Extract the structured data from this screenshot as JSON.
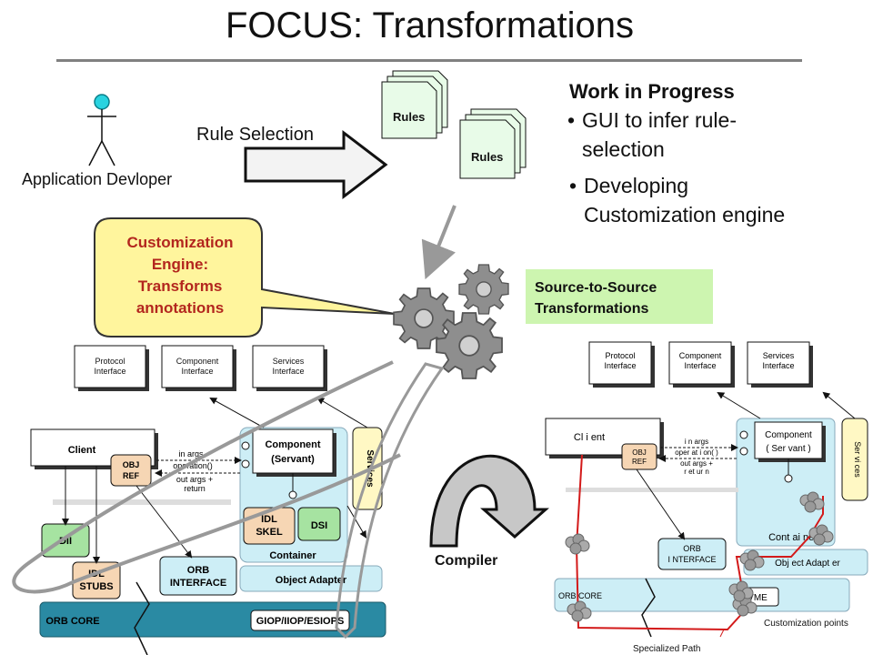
{
  "title": "FOCUS: Transformations",
  "actor": {
    "label": "Application Devloper"
  },
  "rule_selection": "Rule Selection",
  "rules_docs": [
    "Rules",
    "Rules"
  ],
  "work_in_progress": {
    "heading": "Work in Progress",
    "bullets": [
      {
        "line1": "GUI to infer rule-",
        "line2": "selection"
      },
      {
        "line1": "Developing",
        "line2": "Customization engine"
      }
    ]
  },
  "callout": {
    "lines": [
      "Customization",
      "Engine:",
      "Transforms",
      "annotations"
    ]
  },
  "source_to_source": {
    "lines": [
      "Source-to-Source",
      "Transformations"
    ]
  },
  "compiler": "Compiler",
  "left_arch": {
    "interfaces": [
      "Protocol Interface",
      "Component Interface",
      "Services Interface"
    ],
    "client": "Client",
    "obj_ref": [
      "OBJ",
      "REF"
    ],
    "in_args": "in args",
    "operation": "operation()",
    "out_args": "out args +",
    "return": "return",
    "component": [
      "Component",
      "(Servant)"
    ],
    "services": "Services",
    "idl_skel": [
      "IDL",
      "SKEL"
    ],
    "dsi": "DSI",
    "container": "Container",
    "dii": "DII",
    "idl_stubs": [
      "IDL",
      "STUBS"
    ],
    "orb_interface": [
      "ORB",
      "INTERFACE"
    ],
    "object_adapter": "Object Adapter",
    "orb_core": "ORB CORE",
    "giop": "GIOP/IIOP/ESIOPS"
  },
  "right_arch": {
    "interfaces": [
      "Protocol Interface",
      "Component Interface",
      "Services Interface"
    ],
    "client": "Cl i ent",
    "obj_ref": [
      "OBJ",
      "REF"
    ],
    "in_args": "i n args",
    "operation": "oper at i on( )",
    "out_args": "out args +",
    "return": "r et ur n",
    "component": [
      "Component",
      "( Ser vant )"
    ],
    "services": "Ser vi ces",
    "container": "Cont ai ner",
    "orb_interface": [
      "ORB",
      "I NTERFACE"
    ],
    "object_adapter": "Obj ect Adapt er",
    "orb_core": "ORB CORE",
    "vme": "VME",
    "customization_points": "Customization points",
    "specialized_path": "Specialized Path"
  },
  "colors": {
    "callout_fill": "#fff59d",
    "s2s_fill": "#cdf5b0",
    "callout_text": "#b3261e",
    "container_fill": "#cdeef6",
    "orb_core_fill": "#2a8aa3",
    "dii_fill": "#a6e3a1",
    "idl_fill": "#f6d6b4",
    "services_fill": "#fff8c4",
    "rules_fill": "#e8fbe8",
    "specialized_path": "#d31a1a"
  }
}
